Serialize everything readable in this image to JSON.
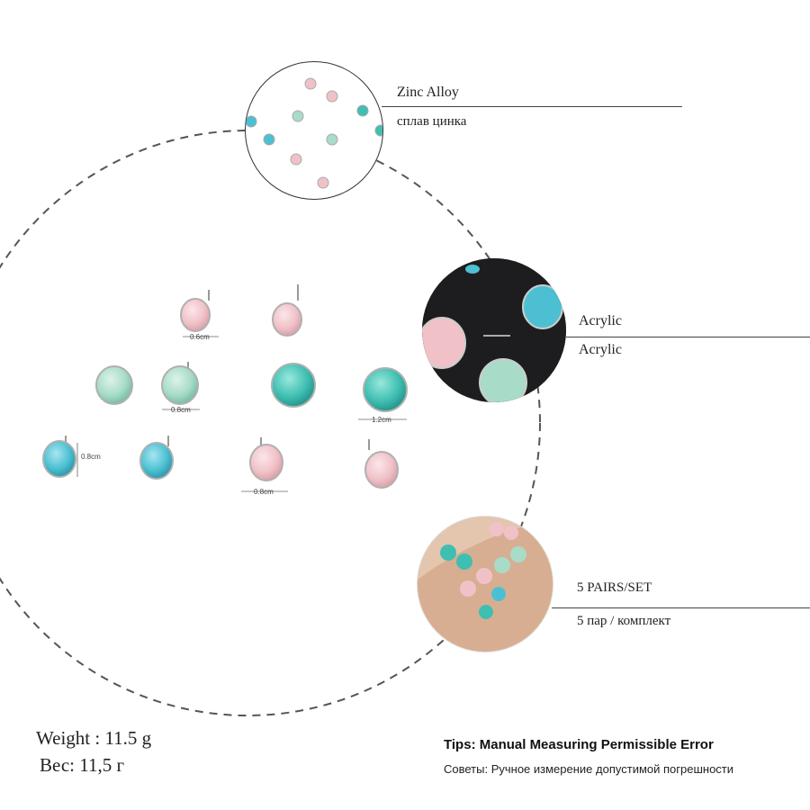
{
  "callouts": {
    "material_en": "Zinc Alloy",
    "material_ru": "сплав цинка",
    "stone_en": "Acrylic",
    "stone_ru": "Acrylic",
    "set_en": "5 PAIRS/SET",
    "set_ru": "5 пар / комплект"
  },
  "dimensions": {
    "pink_small": "0.6cm",
    "mint_small": "0.8cm",
    "teal_large": "1.2cm",
    "blue_small": "0.8cm",
    "pink_medium": "0.8cm"
  },
  "weight": {
    "en": "Weight : 11.5 g",
    "ru": "Вес: 11,5 г"
  },
  "tips": {
    "title": "Tips: Manual Measuring Permissible Error",
    "subtitle": "Советы: Ручное измерение допустимой погрешности"
  },
  "colors": {
    "pink": "#f0c2c8",
    "mint": "#a8dcc8",
    "teal": "#3fbfb2",
    "sky": "#4cc0d2",
    "silver": "#b8bcc0"
  }
}
